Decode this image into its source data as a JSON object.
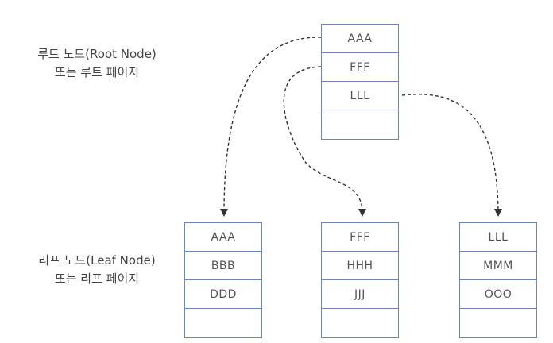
{
  "labels": {
    "root_line1": "루트 노드(Root Node)",
    "root_line2": "또는 루트 페이지",
    "leaf_line1": "리프 노드(Leaf Node)",
    "leaf_line2": "또는 리프 페이지"
  },
  "root_node": {
    "keys": [
      "AAA",
      "FFF",
      "LLL",
      ""
    ]
  },
  "leaf_nodes": [
    {
      "keys": [
        "AAA",
        "BBB",
        "DDD",
        ""
      ]
    },
    {
      "keys": [
        "FFF",
        "HHH",
        "JJJ",
        ""
      ]
    },
    {
      "keys": [
        "LLL",
        "MMM",
        "OOO",
        ""
      ]
    }
  ],
  "colors": {
    "node_border": "#6f86b4",
    "arrow": "#333333",
    "text": "#444444"
  }
}
